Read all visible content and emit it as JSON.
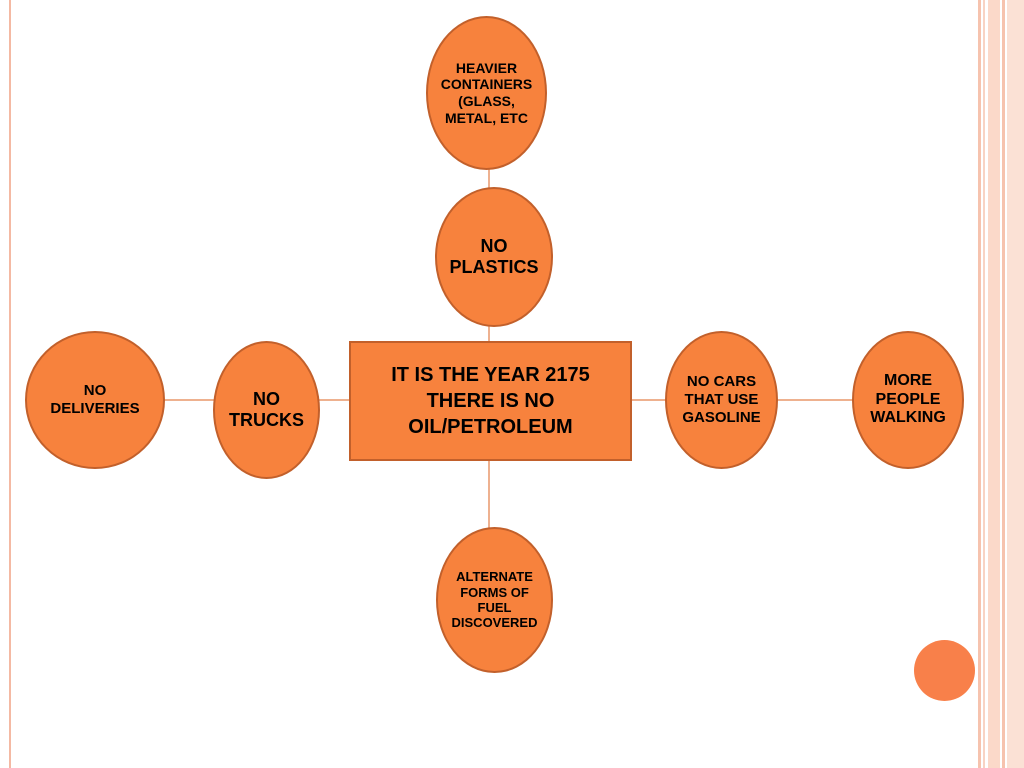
{
  "diagram": {
    "center": "IT IS THE YEAR 2175\nTHERE IS NO\nOIL/PETROLEUM",
    "nodes": {
      "heavier_containers": "HEAVIER\nCONTAINERS\n(GLASS,\nMETAL, ETC",
      "no_plastics": "NO\nPLASTICS",
      "no_deliveries": "NO\nDELIVERIES",
      "no_trucks": "NO\nTRUCKS",
      "no_cars": "NO CARS\nTHAT USE\nGASOLINE",
      "more_people_walking": "MORE\nPEOPLE\nWALKING",
      "alternate_fuel": "ALTERNATE\nFORMS OF\nFUEL\nDISCOVERED"
    }
  },
  "colors": {
    "node_fill": "#f7823d",
    "node_border": "#c2602b",
    "connector": "#e8976a",
    "accent_dot": "#f8804a"
  }
}
